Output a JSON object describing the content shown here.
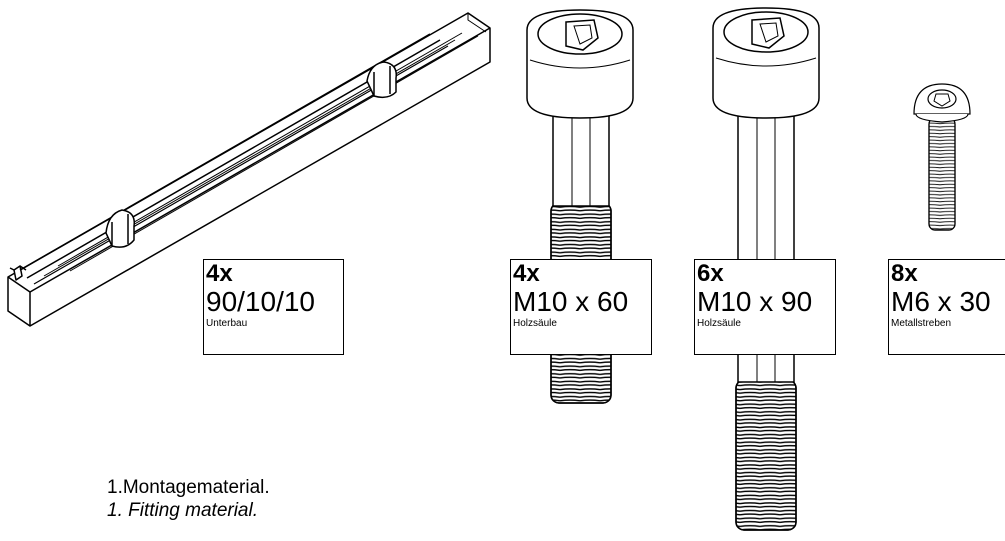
{
  "parts": [
    {
      "qty": "4x",
      "size": "90/10/10",
      "use": "Unterbau",
      "icon": "aluminium-profile-icon"
    },
    {
      "qty": "4x",
      "size": "M10 x 60",
      "use": "Holzsäule",
      "icon": "socket-cap-screw-icon"
    },
    {
      "qty": "6x",
      "size": "M10 x 90",
      "use": "Holzsäule",
      "icon": "socket-cap-screw-icon"
    },
    {
      "qty": "8x",
      "size": "M6 x 30",
      "use": "Metallstreben",
      "icon": "button-head-screw-icon"
    }
  ],
  "caption": {
    "de": "1.Montagematerial.",
    "en": "1. Fitting material."
  }
}
